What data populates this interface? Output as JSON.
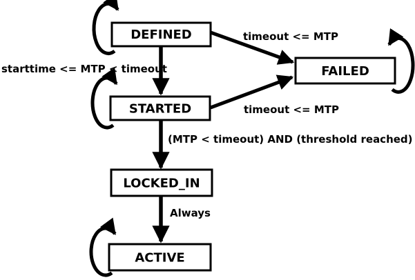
{
  "diagram": {
    "colors": {
      "background": "#ffffff",
      "line": "#000000",
      "state_fill": "#ffffff",
      "text": "#000000"
    },
    "states": [
      {
        "name": "DEFINED"
      },
      {
        "name": "STARTED"
      },
      {
        "name": "FAILED"
      },
      {
        "name": "LOCKED_IN"
      },
      {
        "name": "ACTIVE"
      }
    ],
    "transitions": [
      {
        "from": "DEFINED",
        "to": "STARTED",
        "label": "starttime <= MTP < timeout"
      },
      {
        "from": "DEFINED",
        "to": "FAILED",
        "label": "timeout <= MTP"
      },
      {
        "from": "STARTED",
        "to": "FAILED",
        "label": "timeout <= MTP"
      },
      {
        "from": "STARTED",
        "to": "LOCKED_IN",
        "label": "(MTP < timeout) AND (threshold reached)"
      },
      {
        "from": "LOCKED_IN",
        "to": "ACTIVE",
        "label": "Always"
      },
      {
        "from": "DEFINED",
        "to": "DEFINED",
        "label": "",
        "type": "self-loop"
      },
      {
        "from": "STARTED",
        "to": "STARTED",
        "label": "",
        "type": "self-loop"
      },
      {
        "from": "FAILED",
        "to": "FAILED",
        "label": "",
        "type": "self-loop"
      },
      {
        "from": "ACTIVE",
        "to": "ACTIVE",
        "label": "",
        "type": "self-loop"
      }
    ]
  }
}
